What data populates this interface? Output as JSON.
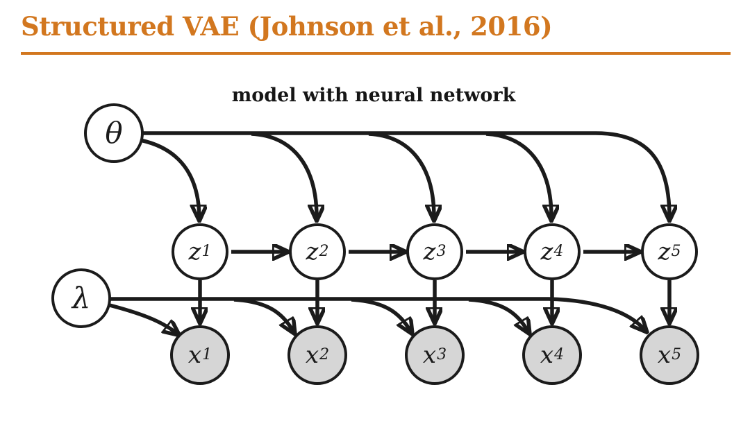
{
  "header": {
    "title": "Structured VAE (Johnson et al., 2016)"
  },
  "diagram": {
    "caption": "model with neural network",
    "theta": {
      "label": "θ"
    },
    "lambda": {
      "label": "λ"
    },
    "z_nodes": [
      {
        "main": "z",
        "sub": "1"
      },
      {
        "main": "z",
        "sub": "2"
      },
      {
        "main": "z",
        "sub": "3"
      },
      {
        "main": "z",
        "sub": "4"
      },
      {
        "main": "z",
        "sub": "5"
      }
    ],
    "x_nodes": [
      {
        "main": "x",
        "sub": "1"
      },
      {
        "main": "x",
        "sub": "2"
      },
      {
        "main": "x",
        "sub": "3"
      },
      {
        "main": "x",
        "sub": "4"
      },
      {
        "main": "x",
        "sub": "5"
      }
    ]
  },
  "colors": {
    "accent": "#d2771f",
    "edge": "#1b1b1b",
    "latent_fill": "#ffffff",
    "observed_fill": "#d6d6d6"
  }
}
